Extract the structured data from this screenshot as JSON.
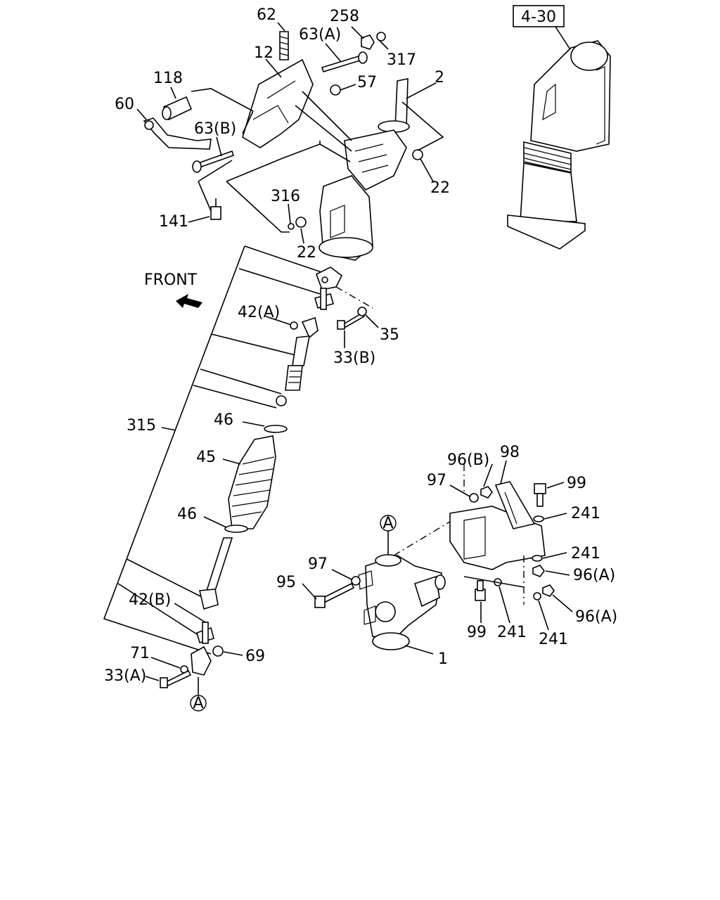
{
  "ref_box": "4-30",
  "front_label": "FRONT",
  "circle_ref": "A",
  "labels": {
    "p62": "62",
    "p258": "258",
    "p63a": "63(A)",
    "p317": "317",
    "p12": "12",
    "p57": "57",
    "p2": "2",
    "p118": "118",
    "p60": "60",
    "p63b": "63(B)",
    "p22a": "22",
    "p316": "316",
    "p141": "141",
    "p22b": "22",
    "p42a": "42(A)",
    "p35": "35",
    "p33b": "33(B)",
    "p46a": "46",
    "p315": "315",
    "p45": "45",
    "p46b": "46",
    "p42b": "42(B)",
    "p71": "71",
    "p69": "69",
    "p33a": "33(A)",
    "p96b": "96(B)",
    "p98": "98",
    "p97a": "97",
    "p99a": "99",
    "p241a": "241",
    "p241b": "241",
    "p96a1": "96(A)",
    "p97b": "97",
    "p95": "95",
    "p99b": "99",
    "p241c": "241",
    "p241d": "241",
    "p96a2": "96(A)",
    "p1": "1"
  }
}
